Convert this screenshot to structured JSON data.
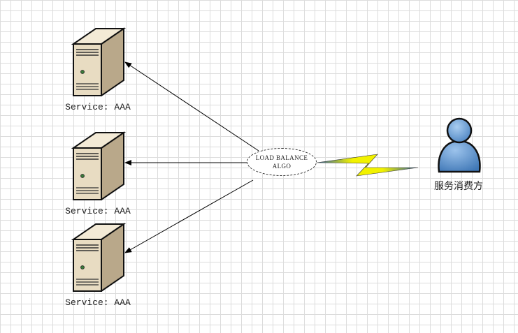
{
  "diagram": {
    "servers": [
      {
        "label": "Service: AAA"
      },
      {
        "label": "Service: AAA"
      },
      {
        "label": "Service: AAA"
      }
    ],
    "load_balancer": {
      "line1": "LOAD BALANCE",
      "line2": "ALGO"
    },
    "consumer": {
      "label": "服务消费方"
    },
    "colors": {
      "server_body": "#e8dcc2",
      "server_side": "#b9a88a",
      "consumer_fill": "#6c9fd4",
      "lightning": "#f2f200",
      "grid": "#dcdcdc"
    },
    "icons": [
      "server-icon",
      "user-icon",
      "lightning-icon"
    ]
  }
}
